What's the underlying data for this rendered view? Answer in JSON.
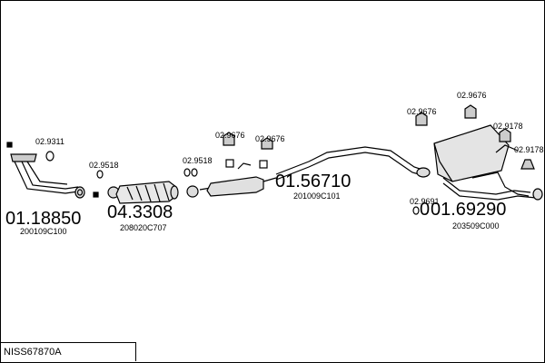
{
  "catalog_number": "NISS67870A",
  "parts": [
    {
      "id": "front-pipe",
      "number": "01.18850",
      "oem": "200109C100",
      "ref": "02.9311"
    },
    {
      "id": "catalyst",
      "number": "04.3308",
      "oem": "208020C707",
      "ref": "02.9518"
    },
    {
      "id": "middle-silencer",
      "number": "01.56710",
      "oem": "201009C101",
      "ref": "02.9518"
    },
    {
      "id": "rear-silencer",
      "number": "01.69290",
      "oem": "203509C000",
      "ref": "02.9691"
    }
  ],
  "extra_refs": [
    "02.9676",
    "02.9676",
    "02.9676",
    "02.9676",
    "02.9178",
    "02.9178"
  ],
  "rear_prefix": "0"
}
